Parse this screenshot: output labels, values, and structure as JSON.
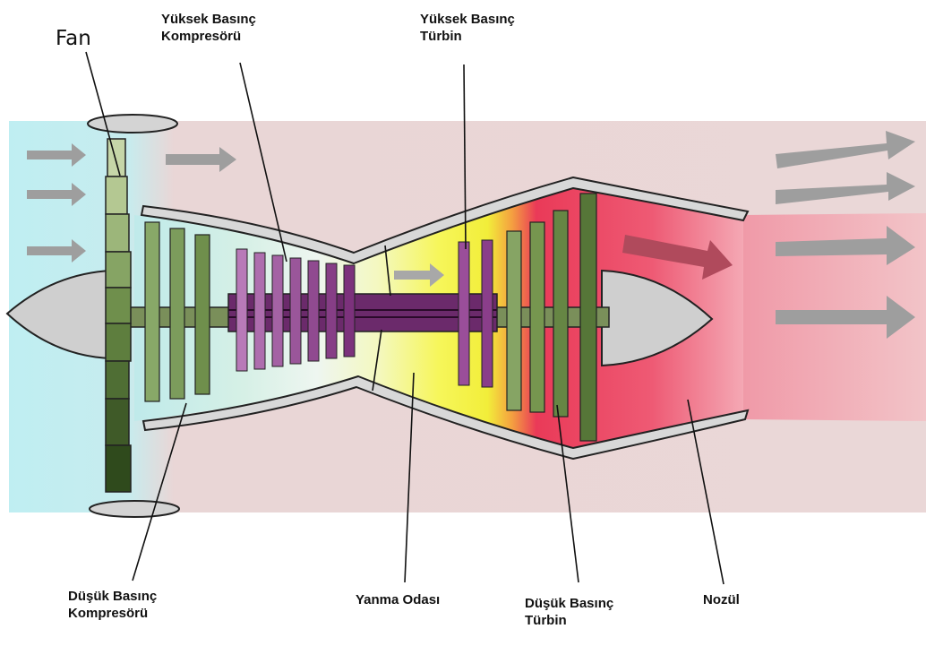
{
  "labels": {
    "fan": "Fan",
    "hp_compressor": [
      "Yüksek Basınç",
      "Kompresörü"
    ],
    "hp_turbine": [
      "Yüksek Basınç",
      "Türbin"
    ],
    "lp_compressor": [
      "Düşük Basınç",
      "Kompresörü"
    ],
    "combustor": "Yanma Odası",
    "lp_turbine": [
      "Düşük Basınç",
      "Türbin"
    ],
    "nozzle": "Nozül"
  },
  "colors": {
    "intake": "#b8e8ee",
    "bypass": "#ecd3d3",
    "fan_stage": "#8fae6c",
    "lp_compressor_stage": "#6f8f4c",
    "hp_compressor_stage": "#8a3e88",
    "combustion": "#f0f046",
    "turbine_hot": "#e8506a",
    "nozzle": "#f08ea0",
    "arrow": "#9a9a9a",
    "shaft": "#6b2a6b",
    "casing": "#d6d6d6"
  }
}
